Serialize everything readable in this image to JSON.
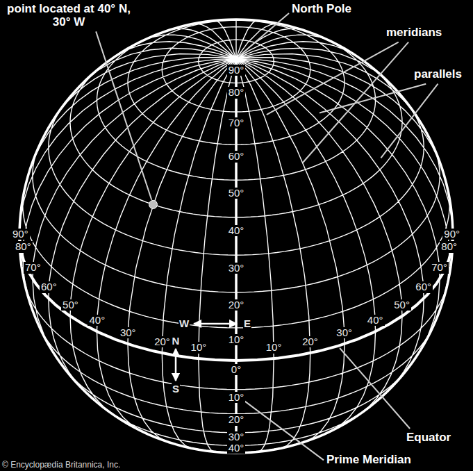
{
  "diagram": {
    "labels": [
      "point located at 40° N, 30° W",
      "North Pole",
      "meridians",
      "parallels",
      "Equator",
      "Prime Meridian",
      "© Encyclopædia Britannica, Inc.",
      "90°",
      "80°",
      "70°",
      "60°",
      "50°",
      "40°",
      "30°",
      "20°",
      "10°",
      "0°",
      "10°",
      "20°",
      "30°",
      "40°",
      "10°",
      "20°",
      "30°",
      "40°",
      "50°",
      "60°",
      "70°",
      "80°",
      "90°",
      "10°",
      "20°",
      "30°",
      "40°",
      "50°",
      "60°",
      "70°",
      "80°",
      "90°",
      "W",
      "E",
      "N",
      "S"
    ]
  }
}
